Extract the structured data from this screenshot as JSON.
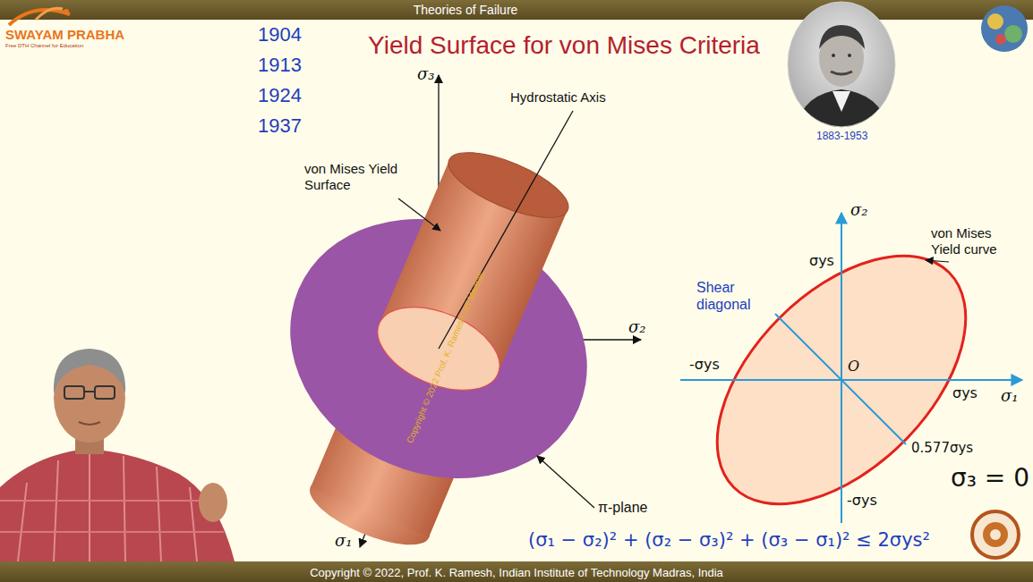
{
  "diagram": {
    "title": "Yield Surface for von Mises Criteria",
    "labels": [
      "Theories of Failure",
      "SWAYAM PRABHA",
      "Free DTH Channel for Education",
      "1904",
      "1913",
      "1924",
      "1937",
      "σ₃",
      "von Mises Yield Surface",
      "Hydrostatic Axis",
      "σ₂",
      "Copyright © 2022 Prof. K. Ramesh, IIT Madras",
      "π-plane",
      "σ₁",
      "1883-1953",
      "σ₂",
      "von Mises Yield curve",
      "σys",
      "Shear diagonal",
      "-σys",
      "O",
      "σys",
      "σ₁",
      "0.577σys",
      "-σys",
      "σ₃ = 0",
      "(σ₁ − σ₂)² + (σ₂ − σ₃)² + (σ₃ − σ₁)² ≤ 2σys²",
      "Copyright © 2022, Prof. K. Ramesh, Indian Institute of Technology Madras, India"
    ]
  }
}
